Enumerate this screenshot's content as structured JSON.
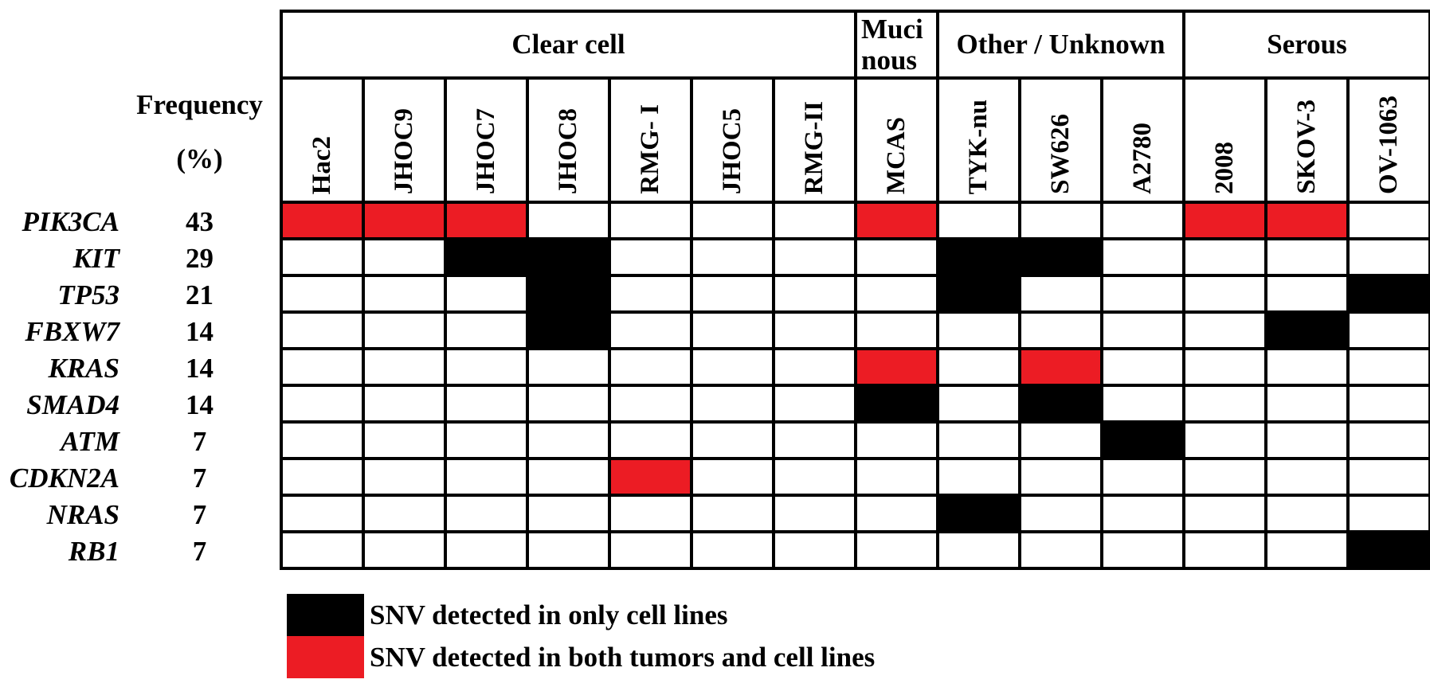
{
  "chart_data": {
    "type": "heatmap",
    "title": "",
    "left_header": {
      "line1": "Frequency",
      "line2": "(%)"
    },
    "column_groups": [
      {
        "label": "Clear cell",
        "lines": [
          "Clear cell"
        ],
        "span": 7
      },
      {
        "label": "Mucinous",
        "lines": [
          "Muci",
          "nous"
        ],
        "span": 1
      },
      {
        "label": "Other / Unknown",
        "lines": [
          "Other / Unknown"
        ],
        "span": 3
      },
      {
        "label": "Serous",
        "lines": [
          "Serous"
        ],
        "span": 3
      }
    ],
    "columns": [
      "Hac2",
      "JHOC9",
      "JHOC7",
      "JHOC8",
      "RMG- I",
      "JHOC5",
      "RMG-II",
      "MCAS",
      "TYK-nu",
      "SW626",
      "A2780",
      "2008",
      "SKOV-3",
      "OV-1063"
    ],
    "rows": [
      {
        "gene": "PIK3CA",
        "frequency": "43",
        "cells": [
          2,
          2,
          2,
          0,
          0,
          0,
          0,
          2,
          0,
          0,
          0,
          2,
          2,
          0
        ]
      },
      {
        "gene": "KIT",
        "frequency": "29",
        "cells": [
          0,
          0,
          1,
          1,
          0,
          0,
          0,
          0,
          1,
          1,
          0,
          0,
          0,
          0
        ]
      },
      {
        "gene": "TP53",
        "frequency": "21",
        "cells": [
          0,
          0,
          0,
          1,
          0,
          0,
          0,
          0,
          1,
          0,
          0,
          0,
          0,
          1
        ]
      },
      {
        "gene": "FBXW7",
        "frequency": "14",
        "cells": [
          0,
          0,
          0,
          1,
          0,
          0,
          0,
          0,
          0,
          0,
          0,
          0,
          1,
          0
        ]
      },
      {
        "gene": "KRAS",
        "frequency": "14",
        "cells": [
          0,
          0,
          0,
          0,
          0,
          0,
          0,
          2,
          0,
          2,
          0,
          0,
          0,
          0
        ]
      },
      {
        "gene": "SMAD4",
        "frequency": "14",
        "cells": [
          0,
          0,
          0,
          0,
          0,
          0,
          0,
          1,
          0,
          1,
          0,
          0,
          0,
          0
        ]
      },
      {
        "gene": "ATM",
        "frequency": "7",
        "cells": [
          0,
          0,
          0,
          0,
          0,
          0,
          0,
          0,
          0,
          0,
          1,
          0,
          0,
          0
        ]
      },
      {
        "gene": "CDKN2A",
        "frequency": "7",
        "cells": [
          0,
          0,
          0,
          0,
          2,
          0,
          0,
          0,
          0,
          0,
          0,
          0,
          0,
          0
        ]
      },
      {
        "gene": "NRAS",
        "frequency": "7",
        "cells": [
          0,
          0,
          0,
          0,
          0,
          0,
          0,
          0,
          1,
          0,
          0,
          0,
          0,
          0
        ]
      },
      {
        "gene": "RB1",
        "frequency": "7",
        "cells": [
          0,
          0,
          0,
          0,
          0,
          0,
          0,
          0,
          0,
          0,
          0,
          0,
          0,
          1
        ]
      }
    ],
    "cell_states": {
      "0": "none",
      "1": "cell_line_only",
      "2": "both"
    },
    "colors": {
      "cell_line_only": "#000000",
      "both": "#EC1C24",
      "grid": "#000000",
      "background": "#FFFFFF"
    },
    "legend": [
      {
        "state": "cell_line_only",
        "color": "#000000",
        "label": "SNV detected in only cell lines"
      },
      {
        "state": "both",
        "color": "#EC1C24",
        "label": "SNV detected in both tumors and cell lines"
      }
    ],
    "layout_hints": {
      "legend_position": "bottom-left",
      "column_header_rotation": -90
    }
  }
}
